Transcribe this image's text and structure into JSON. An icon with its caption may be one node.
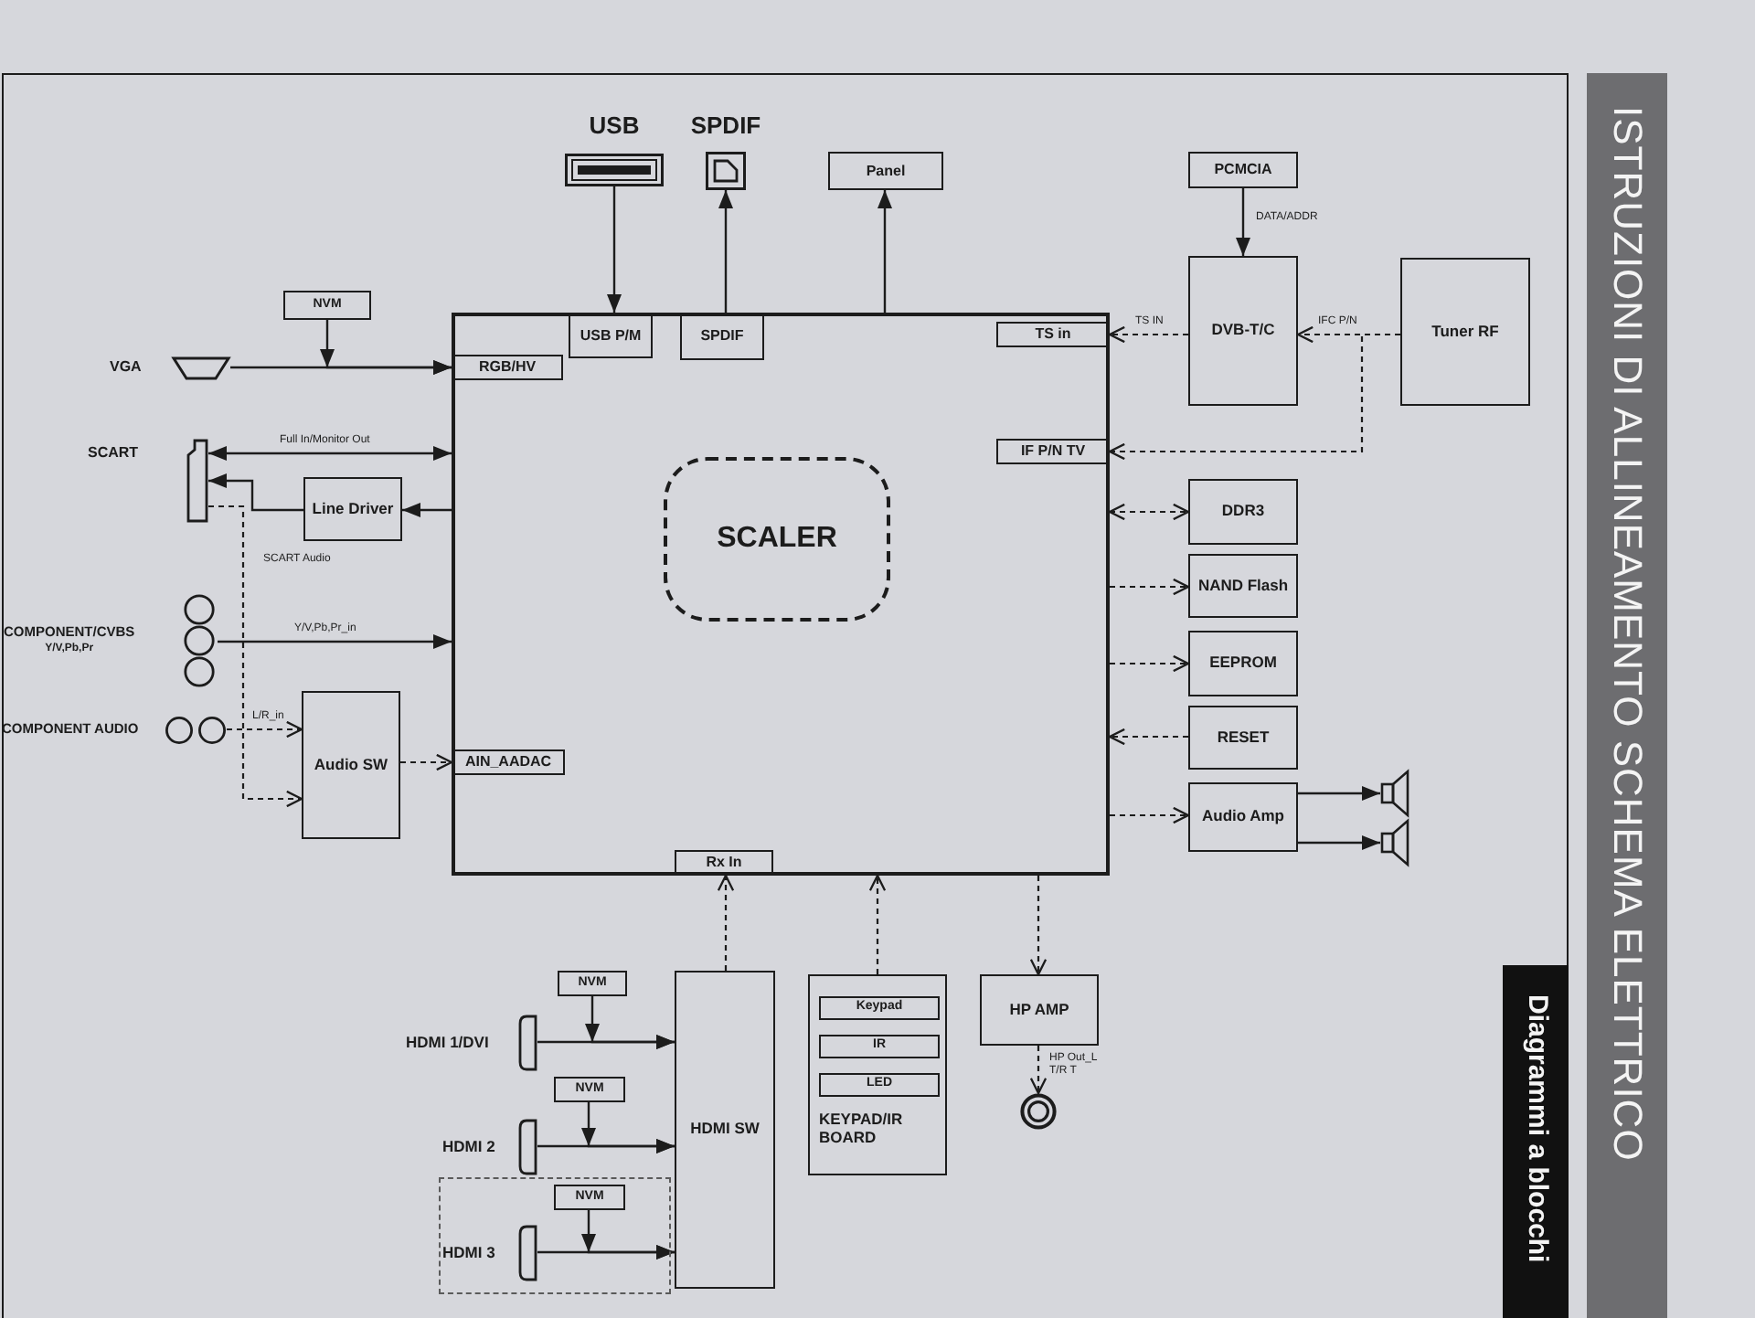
{
  "diagram": {
    "nodes": [
      {
        "text": [
          "USB"
        ]
      },
      {
        "text": [
          "SPDIF"
        ]
      },
      {
        "text": [
          "Panel"
        ]
      },
      {
        "text": [
          "PCMCIA"
        ]
      },
      {
        "text": [
          "DVB-T/C"
        ]
      },
      {
        "text": [
          "Tuner RF"
        ]
      },
      {
        "text": [
          "NVM"
        ]
      },
      {
        "text": [
          "VGA"
        ]
      },
      {
        "text": [
          "SCART"
        ]
      },
      {
        "text": [
          "Line Driver"
        ]
      },
      {
        "text": [
          "COMPONENT/CVBS",
          "Y/V,Pb,Pr"
        ]
      },
      {
        "text": [
          "COMPONENT AUDIO"
        ]
      },
      {
        "text": [
          "Audio SW"
        ]
      },
      {
        "text": [],
        "shape": "box"
      },
      {
        "text": [
          "USB P/M"
        ],
        "in": 13
      },
      {
        "text": [
          "SPDIF"
        ],
        "in": 13
      },
      {
        "text": [
          "TS in"
        ],
        "in": 13
      },
      {
        "text": [
          "RGB/HV"
        ],
        "in": 13
      },
      {
        "text": [
          "IF P/N TV"
        ],
        "in": 13
      },
      {
        "text": [
          "SCALER"
        ],
        "in": 13
      },
      {
        "text": [
          "AIN_AADAC"
        ],
        "in": 13
      },
      {
        "text": [
          "Rx In"
        ],
        "in": 13
      },
      {
        "text": [
          "DDR3"
        ]
      },
      {
        "text": [
          "NAND Flash"
        ]
      },
      {
        "text": [
          "EEPROM"
        ]
      },
      {
        "text": [
          "RESET"
        ]
      },
      {
        "text": [
          "Audio Amp"
        ]
      },
      {
        "text": [],
        "shape": "speaker"
      },
      {
        "text": [],
        "shape": "speaker"
      },
      {
        "text": [
          "HDMI SW"
        ]
      },
      {
        "text": [
          "KEYPAD/IR BOARD"
        ]
      },
      {
        "text": [
          "Keypad"
        ],
        "in": 30
      },
      {
        "text": [
          "IR"
        ],
        "in": 30
      },
      {
        "text": [
          "LED"
        ],
        "in": 30
      },
      {
        "text": [
          "HP AMP"
        ]
      },
      {
        "text": [
          "NVM"
        ]
      },
      {
        "text": [
          "HDMI 1/DVI"
        ]
      },
      {
        "text": [
          "NVM"
        ]
      },
      {
        "text": [
          "HDMI 2"
        ]
      },
      {
        "text": [],
        "shape": "box"
      },
      {
        "text": [
          "NVM"
        ],
        "in": 39
      },
      {
        "text": [
          "HDMI 3"
        ],
        "in": 39
      },
      {
        "text": [],
        "shape": "circle"
      }
    ],
    "edges": [
      {
        "from": 0,
        "to": 14,
        "arrow": "to"
      },
      {
        "from": 15,
        "to": 1,
        "arrow": "to"
      },
      {
        "from": 13,
        "to": 2,
        "arrow": "to"
      },
      {
        "from": 3,
        "to": 4,
        "arrow": "to",
        "label": "DATA/ADDR"
      },
      {
        "from": 4,
        "to": 16,
        "arrow": "to",
        "label": "TS IN",
        "style": "dashed"
      },
      {
        "from": 5,
        "to": 4,
        "arrow": "to",
        "label": "IFC P/N",
        "style": "dashed"
      },
      {
        "from": 5,
        "to": 18,
        "arrow": "to",
        "style": "dashed"
      },
      {
        "from": 6,
        "to": 17,
        "arrow": "to"
      },
      {
        "from": 7,
        "to": 17,
        "arrow": "to"
      },
      {
        "from": 8,
        "to": 13,
        "arrow": "both",
        "label": "Full In/Monitor Out"
      },
      {
        "from": 13,
        "to": 9,
        "arrow": "to"
      },
      {
        "from": 9,
        "to": 8,
        "arrow": "to"
      },
      {
        "from": 8,
        "to": 12,
        "arrow": "to",
        "label": "SCART Audio",
        "style": "dashed"
      },
      {
        "from": 10,
        "to": 13,
        "arrow": "to",
        "label": "Y/V,Pb,Pr_in"
      },
      {
        "from": 11,
        "to": 12,
        "arrow": "to",
        "label": "L/R_in",
        "style": "dashed"
      },
      {
        "from": 12,
        "to": 20,
        "arrow": "to",
        "style": "dashed"
      },
      {
        "from": 13,
        "to": 22,
        "arrow": "both",
        "style": "dashed"
      },
      {
        "from": 13,
        "to": 23,
        "arrow": "to",
        "style": "dashed"
      },
      {
        "from": 13,
        "to": 24,
        "arrow": "to",
        "style": "dashed"
      },
      {
        "from": 25,
        "to": 13,
        "arrow": "to",
        "style": "dashed"
      },
      {
        "from": 13,
        "to": 26,
        "arrow": "to",
        "style": "dashed"
      },
      {
        "from": 26,
        "to": 27,
        "arrow": "to"
      },
      {
        "from": 26,
        "to": 28,
        "arrow": "to"
      },
      {
        "from": 29,
        "to": 21,
        "arrow": "to",
        "style": "dashed"
      },
      {
        "from": 30,
        "to": 13,
        "arrow": "to",
        "style": "dashed"
      },
      {
        "from": 13,
        "to": 34,
        "arrow": "to",
        "style": "dashed"
      },
      {
        "from": 34,
        "to": 42,
        "arrow": "to",
        "label": "HP Out_L T/R T",
        "style": "dashed"
      },
      {
        "from": 36,
        "to": 29,
        "arrow": "to"
      },
      {
        "from": 35,
        "to": 29,
        "arrow": "to"
      },
      {
        "from": 38,
        "to": 29,
        "arrow": "to"
      },
      {
        "from": 37,
        "to": 29,
        "arrow": "to"
      },
      {
        "from": 41,
        "to": 29,
        "arrow": "to"
      },
      {
        "from": 40,
        "to": 29,
        "arrow": "to"
      }
    ],
    "labels": [
      "ISTRUZIONI DI ALLINEAMENTO SCHEMA ELETTRICO",
      "Diagrammi a blocchi"
    ]
  }
}
